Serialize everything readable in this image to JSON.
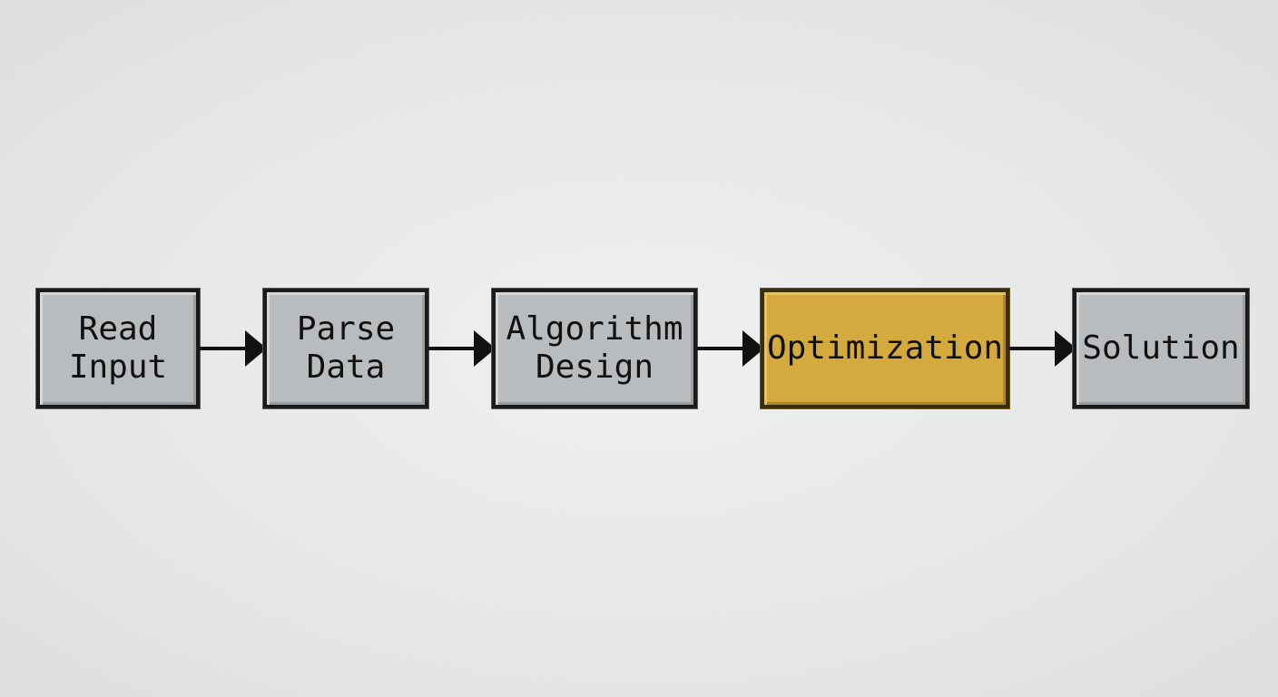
{
  "diagram": {
    "type": "flowchart",
    "direction": "left-to-right",
    "nodes": [
      {
        "id": "read-input",
        "label": "Read\nInput",
        "highlighted": false
      },
      {
        "id": "parse-data",
        "label": "Parse\nData",
        "highlighted": false
      },
      {
        "id": "algorithm-design",
        "label": "Algorithm\nDesign",
        "highlighted": false
      },
      {
        "id": "optimization",
        "label": "Optimization",
        "highlighted": true
      },
      {
        "id": "solution",
        "label": "Solution",
        "highlighted": false
      }
    ],
    "edges": [
      {
        "from": "read-input",
        "to": "parse-data"
      },
      {
        "from": "parse-data",
        "to": "algorithm-design"
      },
      {
        "from": "algorithm-design",
        "to": "optimization"
      },
      {
        "from": "optimization",
        "to": "solution"
      }
    ],
    "colors": {
      "node_fill": "#b9bcbf",
      "highlight_fill": "#d4a93e",
      "border": "#1a1a1a",
      "arrow": "#111111",
      "background": "#e6e8ea"
    }
  }
}
